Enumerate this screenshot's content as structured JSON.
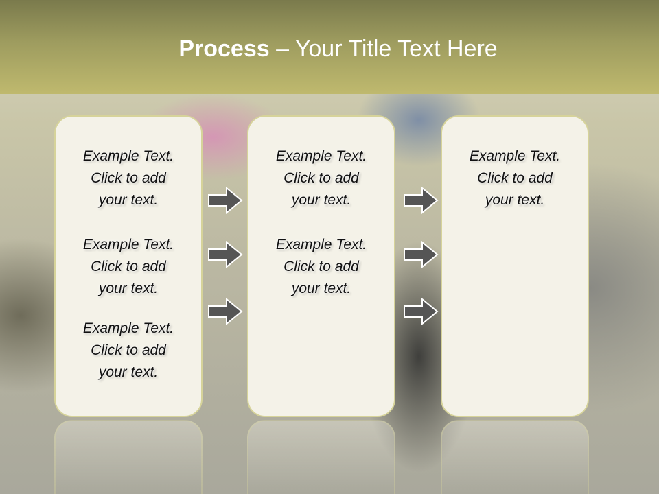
{
  "slide": {
    "title_bold": "Process",
    "title_rest": " – Your Title Text Here"
  },
  "columns": [
    {
      "items": [
        {
          "line1": "Example Text.",
          "line2": "Click  to add",
          "line3": "your text."
        },
        {
          "line1": "Example Text.",
          "line2": "Click  to add",
          "line3": "your text."
        },
        {
          "line1": "Example Text.",
          "line2": "Click  to add",
          "line3": "your text."
        }
      ]
    },
    {
      "items": [
        {
          "line1": "Example Text.",
          "line2": "Click  to add",
          "line3": "your text."
        },
        {
          "line1": "Example Text.",
          "line2": "Click  to add",
          "line3": "your text."
        }
      ]
    },
    {
      "items": [
        {
          "line1": "Example Text.",
          "line2": "Click  to add",
          "line3": "your text."
        }
      ]
    }
  ],
  "icons": {
    "arrow": "right-arrow-icon"
  },
  "colors": {
    "header_top": "#7a7a4c",
    "header_bottom": "#bfb96e",
    "panel_fill": "#f4f2e8",
    "panel_border": "#d6d39a",
    "arrow_fill": "#555555"
  }
}
